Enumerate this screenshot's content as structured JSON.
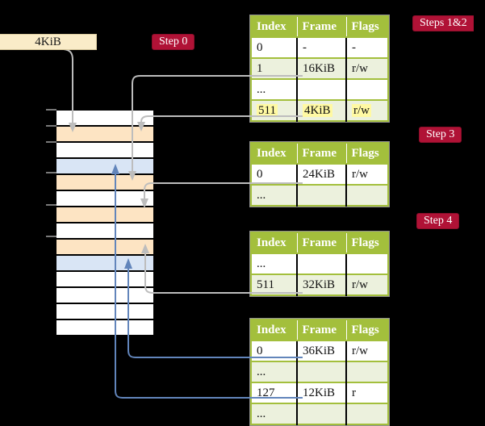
{
  "page_size_box": {
    "label": "4KiB"
  },
  "badges": {
    "step0": "Step 0",
    "steps12": "Steps 1&2",
    "step3": "Step 3",
    "step4": "Step 4"
  },
  "memory": {
    "rows": [
      "white",
      "peach",
      "white",
      "blue",
      "peach",
      "white",
      "peach",
      "white",
      "peach",
      "blue",
      "white",
      "white",
      "white",
      "white"
    ]
  },
  "tables": [
    {
      "id": "pt-level1-steps-1-2",
      "headers": [
        "Index",
        "Frame",
        "Flags"
      ],
      "rows": [
        {
          "index": "0",
          "frame": "-",
          "flags": "-"
        },
        {
          "index": "1",
          "frame": "16KiB",
          "flags": "r/w"
        },
        {
          "index": "...",
          "frame": "",
          "flags": ""
        },
        {
          "index": "511",
          "frame": "4KiB",
          "flags": "r/w"
        }
      ]
    },
    {
      "id": "pt-level2-step-3",
      "headers": [
        "Index",
        "Frame",
        "Flags"
      ],
      "rows": [
        {
          "index": "0",
          "frame": "24KiB",
          "flags": "r/w"
        },
        {
          "index": "...",
          "frame": "",
          "flags": ""
        }
      ]
    },
    {
      "id": "pt-level3-step-4",
      "headers": [
        "Index",
        "Frame",
        "Flags"
      ],
      "rows": [
        {
          "index": "...",
          "frame": "",
          "flags": ""
        },
        {
          "index": "511",
          "frame": "32KiB",
          "flags": "r/w"
        }
      ]
    },
    {
      "id": "pt-level4",
      "headers": [
        "Index",
        "Frame",
        "Flags"
      ],
      "rows": [
        {
          "index": "0",
          "frame": "36KiB",
          "flags": "r/w"
        },
        {
          "index": "...",
          "frame": "",
          "flags": ""
        },
        {
          "index": "127",
          "frame": "12KiB",
          "flags": "r"
        },
        {
          "index": "...",
          "frame": "",
          "flags": ""
        }
      ]
    }
  ],
  "colors": {
    "badge_red": "#b01236",
    "table_header_green": "#a3bf3c",
    "table_row_green": "#ecf1dd",
    "highlight_yellow": "#fff9a3",
    "frame_peach": "#fde4c3",
    "frame_blue": "#d9e5f5",
    "page_size_cream": "#faecc8",
    "link_gray": "#bdbdbd",
    "link_blue": "#6285bb"
  }
}
